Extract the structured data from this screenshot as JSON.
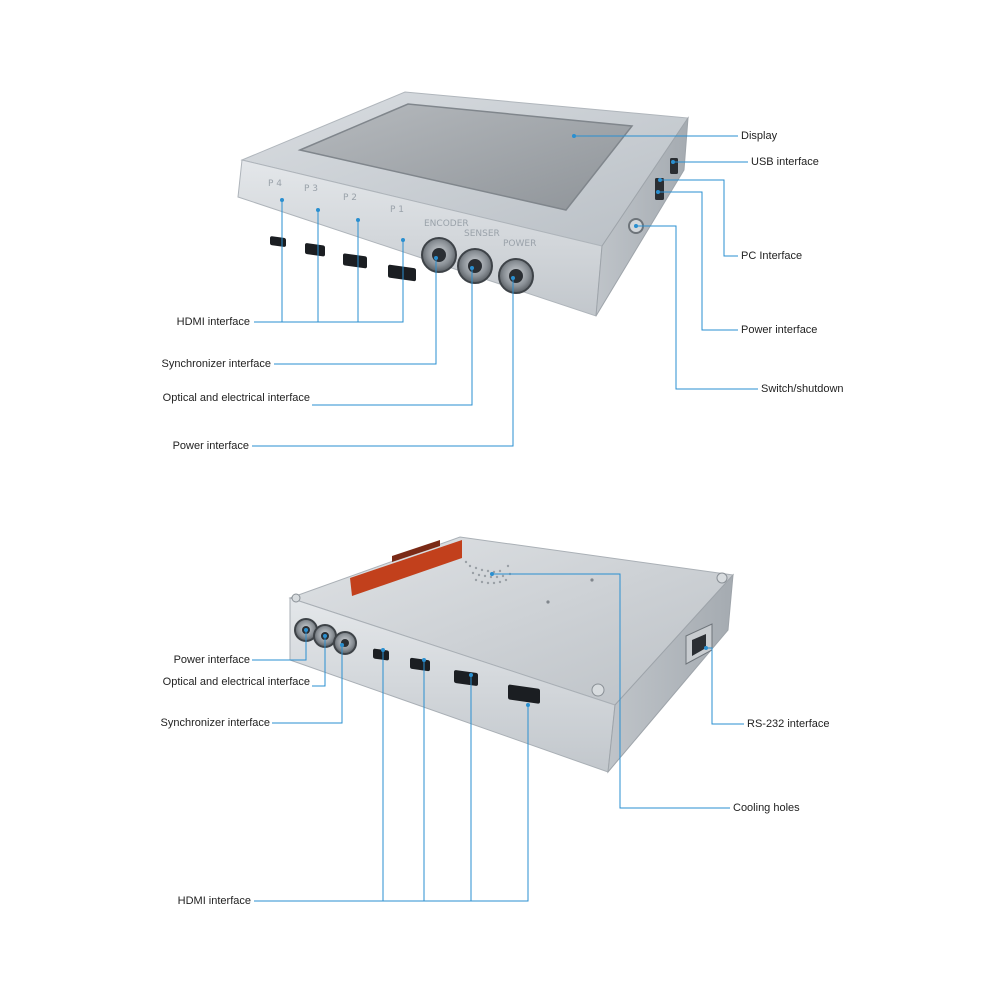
{
  "top_view": {
    "callouts": [
      {
        "id": "display",
        "text": "Display"
      },
      {
        "id": "usb",
        "text": "USB interface"
      },
      {
        "id": "pc",
        "text": "PC Interface"
      },
      {
        "id": "power-right",
        "text": "Power interface"
      },
      {
        "id": "switch",
        "text": "Switch/shutdown"
      },
      {
        "id": "hdmi",
        "text": "HDMI interface"
      },
      {
        "id": "sync",
        "text": "Synchronizer interface"
      },
      {
        "id": "optical",
        "text": "Optical and electrical interface"
      },
      {
        "id": "power-left",
        "text": "Power interface"
      }
    ],
    "port_labels": {
      "p4": "P 4",
      "p3": "P 3",
      "p2": "P 2",
      "p1": "P 1",
      "encoder": "ENCODER",
      "senser": "SENSER",
      "power": "POWER"
    }
  },
  "bottom_view": {
    "callouts": [
      {
        "id": "power",
        "text": "Power interface"
      },
      {
        "id": "optical",
        "text": "Optical and electrical interface"
      },
      {
        "id": "sync",
        "text": "Synchronizer interface"
      },
      {
        "id": "rs232",
        "text": "RS-232 interface"
      },
      {
        "id": "cooling",
        "text": "Cooling holes"
      },
      {
        "id": "hdmi",
        "text": "HDMI interface"
      }
    ]
  },
  "colors": {
    "leader_line": "#2a8fd0",
    "housing": "#c9ced3",
    "housing_dark": "#9aa1a8",
    "screen": "#9ea3a8",
    "warning_label": "#c2401c"
  }
}
